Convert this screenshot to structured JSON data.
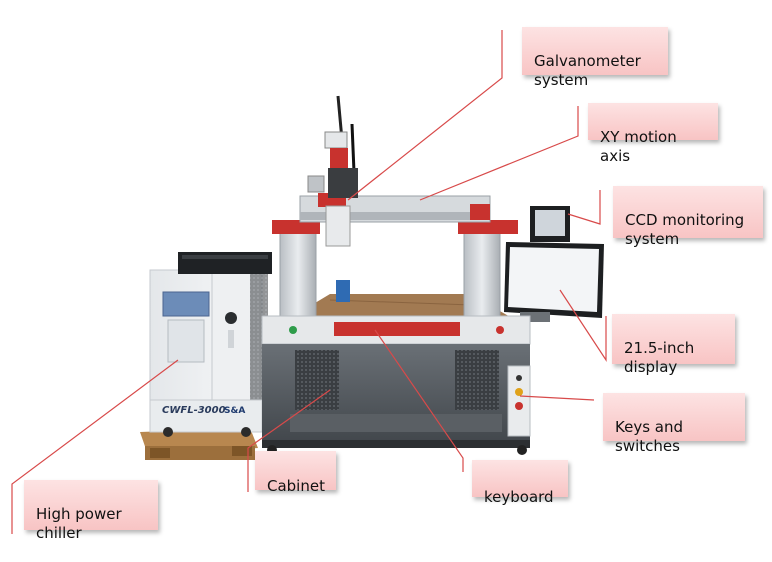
{
  "labels": {
    "galvanometer": "Galvanometer\nsystem",
    "xy_axis": "XY motion axis",
    "ccd": "CCD monitoring\nsystem",
    "display": "21.5-inch\ndisplay",
    "keys": "Keys and\nswitches",
    "keyboard": "keyboard",
    "cabinet": "Cabinet",
    "chiller": "High power\nchiller"
  },
  "chiller_brand": "CWFL-3000",
  "chiller_logo": "S&A",
  "colors": {
    "callout_fill": "#f8c4c4",
    "leader_line": "#d84a4a",
    "machine_red": "#c8322e",
    "cabinet_gray": "#4f5459",
    "chiller_white": "#f2f4f6"
  }
}
